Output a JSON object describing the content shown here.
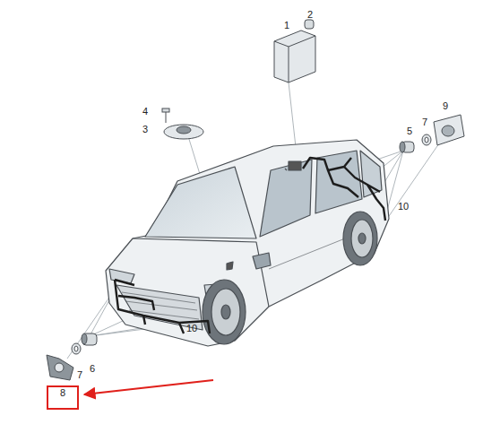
{
  "diagram": {
    "nodes": [
      {
        "text": [
          "8"
        ]
      }
    ],
    "labels": [
      "1",
      "2",
      "4",
      "3",
      "5",
      "7",
      "9",
      "10",
      "10",
      "6",
      "7"
    ]
  }
}
